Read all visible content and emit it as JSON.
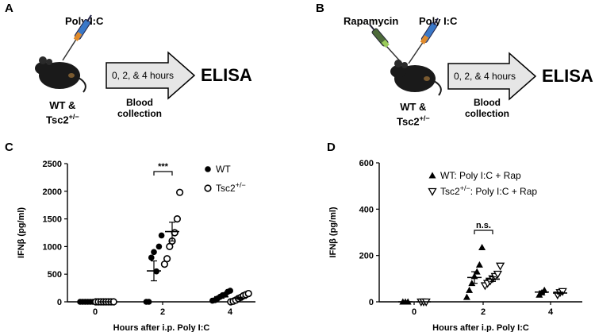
{
  "panels": {
    "a": {
      "letter": "A",
      "drug": "Poly I:C",
      "mice_line1": "WT &",
      "mice_line2": "Tsc2",
      "mice_sup": "+/−",
      "arrow_text": "0, 2, & 4 hours",
      "collection_line1": "Blood",
      "collection_line2": "collection",
      "assay": "ELISA"
    },
    "b": {
      "letter": "B",
      "drug1": "Rapamycin",
      "drug2": "Poly I:C",
      "mice_line1": "WT &",
      "mice_line2": "Tsc2",
      "mice_sup": "+/−",
      "arrow_text": "0, 2, & 4 hours",
      "collection_line1": "Blood",
      "collection_line2": "collection",
      "assay": "ELISA"
    },
    "c": {
      "letter": "C"
    },
    "d": {
      "letter": "D"
    }
  },
  "colors": {
    "syringe_blue": "#3a78c8",
    "syringe_orange": "#e08a2a",
    "syringe_green": "#4d6b3a",
    "mouse": "#1a1a1a",
    "arrow_fill": "#e6e6e6"
  },
  "chart_data": [
    {
      "type": "scatter",
      "panel": "C",
      "xlabel": "Hours after i.p. Poly I:C",
      "ylabel": "IFNβ (pg/ml)",
      "ylim": [
        0,
        2500
      ],
      "yticks": [
        0,
        500,
        1000,
        1500,
        2000,
        2500
      ],
      "categories": [
        "0",
        "2",
        "4"
      ],
      "series": [
        {
          "name": "WT",
          "marker": "filled-circle",
          "values": [
            [
              0,
              0,
              0,
              0,
              0,
              0
            ],
            [
              0,
              0,
              800,
              900,
              550,
              1000,
              1200
            ],
            [
              20,
              30,
              60,
              90,
              120,
              130,
              180,
              200
            ]
          ],
          "mean": [
            0,
            560,
            90
          ],
          "sem": [
            0,
            180,
            25
          ]
        },
        {
          "name": "Tsc2",
          "name_sup": "+/−",
          "marker": "open-circle",
          "values": [
            [
              0,
              0,
              0,
              0,
              0,
              0,
              0,
              0
            ],
            [
              680,
              780,
              1000,
              1100,
              1250,
              1500,
              1980
            ],
            [
              0,
              10,
              30,
              60,
              80,
              110,
              130,
              150
            ]
          ],
          "mean": [
            0,
            1270,
            65
          ],
          "sem": [
            0,
            170,
            20
          ]
        }
      ],
      "annotations": [
        {
          "text": "***",
          "between": "2"
        }
      ]
    },
    {
      "type": "scatter",
      "panel": "D",
      "xlabel": "Hours after i.p. Poly I:C",
      "ylabel": "IFNβ (pg/ml)",
      "ylim": [
        0,
        600
      ],
      "yticks": [
        0,
        200,
        400,
        600
      ],
      "categories": [
        "0",
        "2",
        "4"
      ],
      "series": [
        {
          "name": "WT: Poly I:C + Rap",
          "marker": "filled-triangle",
          "values": [
            [
              0,
              0,
              0
            ],
            [
              20,
              50,
              80,
              110,
              130,
              160,
              235
            ],
            [
              30,
              40,
              50
            ]
          ],
          "mean": [
            0,
            105,
            42
          ],
          "sem": [
            0,
            25,
            5
          ]
        },
        {
          "name": "Tsc2",
          "name_sup": "+/−",
          "name_suffix": ": Poly I:C + Rap",
          "marker": "open-triangle-down",
          "values": [
            [
              0,
              0,
              0
            ],
            [
              70,
              80,
              90,
              100,
              110,
              120,
              155
            ],
            [
              30,
              40,
              45
            ]
          ],
          "mean": [
            0,
            98,
            38
          ],
          "sem": [
            0,
            10,
            4
          ]
        }
      ],
      "annotations": [
        {
          "text": "n.s.",
          "between": "2"
        }
      ]
    }
  ]
}
